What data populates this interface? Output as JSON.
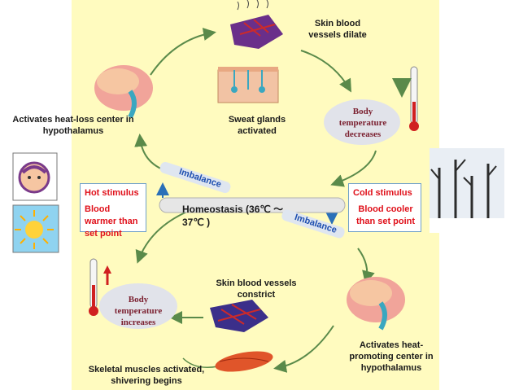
{
  "labels": {
    "skin_dilate": "Skin blood vessels dilate",
    "sweat": "Sweat glands activated",
    "heat_loss": "Activates heat-loss center in hypothalamus",
    "body_decrease": "Body temperature decreases",
    "hot_title": "Hot stimulus",
    "hot_desc": "Blood warmer than set point",
    "cold_title": "Cold stimulus",
    "cold_desc": "Blood cooler than set point",
    "homeostasis": "Homeostasis (36℃ ～ 37℃ )",
    "imbalance_top": "Imbalance",
    "imbalance_bottom": "Imbalance",
    "skin_constrict": "Skin blood vessels constrict",
    "body_increase": "Body temperature increases",
    "heat_promote": "Activates heat-promoting center in hypothalamus",
    "muscles": "Skeletal muscles activated, shivering begins"
  },
  "colors": {
    "panel": "#fffbbf",
    "arrow": "#5a8a4a",
    "stimulus_text": "#e0101a",
    "body_temp_text": "#7a1f2f"
  },
  "icons": [
    "brain-icon",
    "blood-vessels-icon",
    "sweat-gland-icon",
    "thermometer-icon",
    "sun-icon",
    "sweating-person-icon",
    "winter-trees-icon",
    "muscle-icon"
  ]
}
